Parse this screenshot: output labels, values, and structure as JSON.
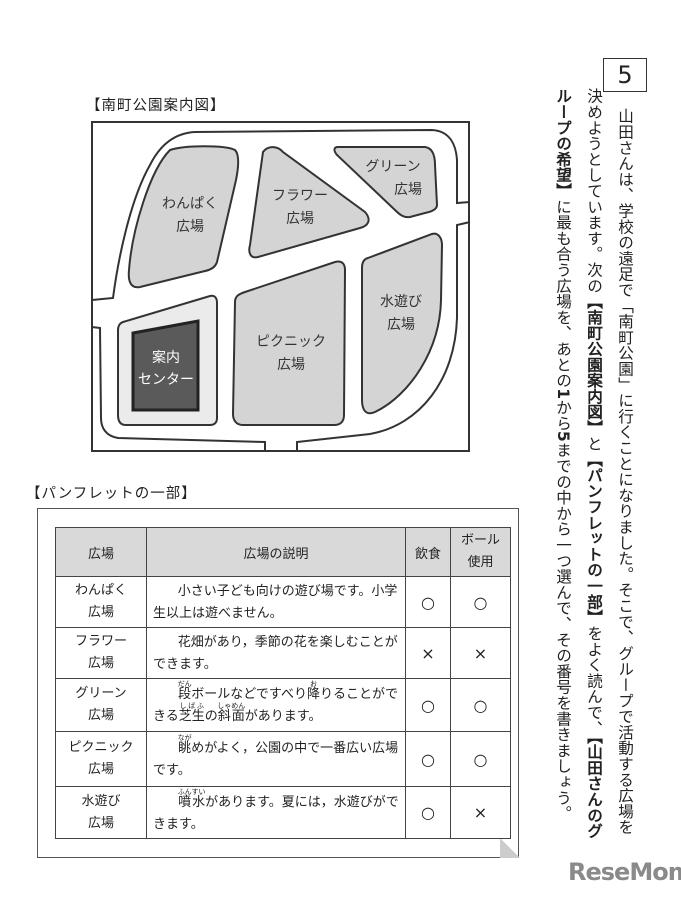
{
  "question_number": "5",
  "question_lines": [
    [
      {
        "t": "山田さんは、学校の遠足で「南町公園」に行くことになりました。そこで、グループで活動する広場を"
      }
    ],
    [
      {
        "t": "決めようとしています。次の"
      },
      {
        "t": "【南町公園案内図】",
        "b": true
      },
      {
        "t": "と"
      },
      {
        "t": "【パンフレットの一部】",
        "b": true
      },
      {
        "t": "をよく読んで、"
      },
      {
        "t": "【山田さんのグ",
        "b": true
      }
    ],
    [
      {
        "t": "ループの希望】",
        "b": true
      },
      {
        "t": "に最も合う広場を、あとの"
      },
      {
        "t": "1",
        "b": true
      },
      {
        "t": "から"
      },
      {
        "t": "5",
        "b": true
      },
      {
        "t": "までの中から一つ選んで、その番号を書きましょう。"
      }
    ]
  ],
  "map": {
    "heading": "【南町公園案内図】",
    "areas": {
      "wanpaku": [
        "わんぱく",
        "広場"
      ],
      "flower": [
        "フラワー",
        "広場"
      ],
      "green": [
        "グリーン",
        "広場"
      ],
      "mizuasobi": [
        "水遊び",
        "広場"
      ],
      "picnic": [
        "ピクニック",
        "広場"
      ],
      "center": [
        "案内",
        "センター"
      ]
    }
  },
  "pamphlet": {
    "heading": "【パンフレットの一部】",
    "headers": [
      "広場",
      "広場の説明",
      "飲食",
      "ボール使用"
    ],
    "header_ball_lines": [
      "ボール",
      "使用"
    ],
    "rows": [
      {
        "name": [
          "わんぱく",
          "広場"
        ],
        "desc": [
          {
            "t": "小さい子ども向けの遊び場です。小学生以上は遊べません。"
          }
        ],
        "food": "○",
        "ball": "○"
      },
      {
        "name": [
          "フラワー",
          "広場"
        ],
        "desc": [
          {
            "t": "花畑があり，季節の花を楽しむことができます。"
          }
        ],
        "food": "×",
        "ball": "×"
      },
      {
        "name": [
          "グリーン",
          "広場"
        ],
        "desc": [
          {
            "t": "段",
            "r": "だん"
          },
          {
            "t": "ボールなどですべり"
          },
          {
            "t": "降",
            "r": "お"
          },
          {
            "t": "りることができる"
          },
          {
            "t": "芝生",
            "r": "しばふ"
          },
          {
            "t": "の"
          },
          {
            "t": "斜面",
            "r": "しゃめん"
          },
          {
            "t": "があります。"
          }
        ],
        "food": "○",
        "ball": "○"
      },
      {
        "name": [
          "ピクニック",
          "広場"
        ],
        "desc": [
          {
            "t": "眺",
            "r": "なが"
          },
          {
            "t": "めがよく，公園の中で一番広い広場です。"
          }
        ],
        "food": "○",
        "ball": "○"
      },
      {
        "name": [
          "水遊び",
          "広場"
        ],
        "desc": [
          {
            "t": "噴水",
            "r": "ふんすい"
          },
          {
            "t": "があります。夏には，水遊びができます。"
          }
        ],
        "food": "○",
        "ball": "×"
      }
    ]
  },
  "watermark": "ReseMom",
  "colors": {
    "block": "#d4d4d4",
    "center_outer": "#ebebeb",
    "center": "#5a5a5a",
    "header": "#d9d9d9"
  }
}
